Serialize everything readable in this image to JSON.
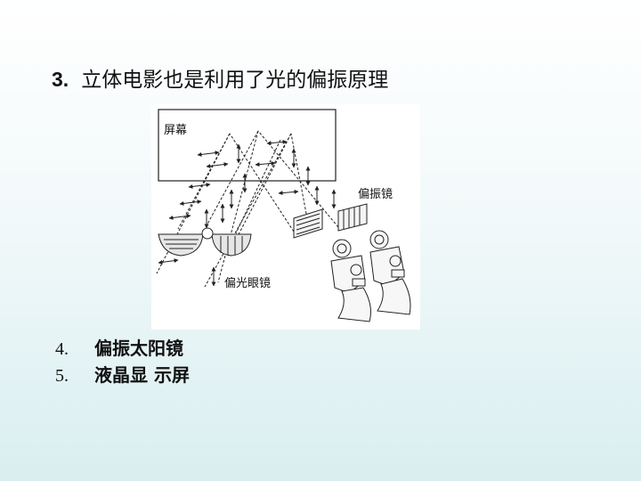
{
  "heading": {
    "number": "3.",
    "text": "立体电影也是利用了光的偏振原理"
  },
  "figure": {
    "labels": {
      "screen": "屏幕",
      "polarizer": "偏振镜",
      "glasses": "偏光眼镜"
    }
  },
  "list": [
    {
      "number": "4.",
      "text": "偏振太阳镜"
    },
    {
      "number": "5.",
      "text": "液晶显 示屏"
    }
  ]
}
